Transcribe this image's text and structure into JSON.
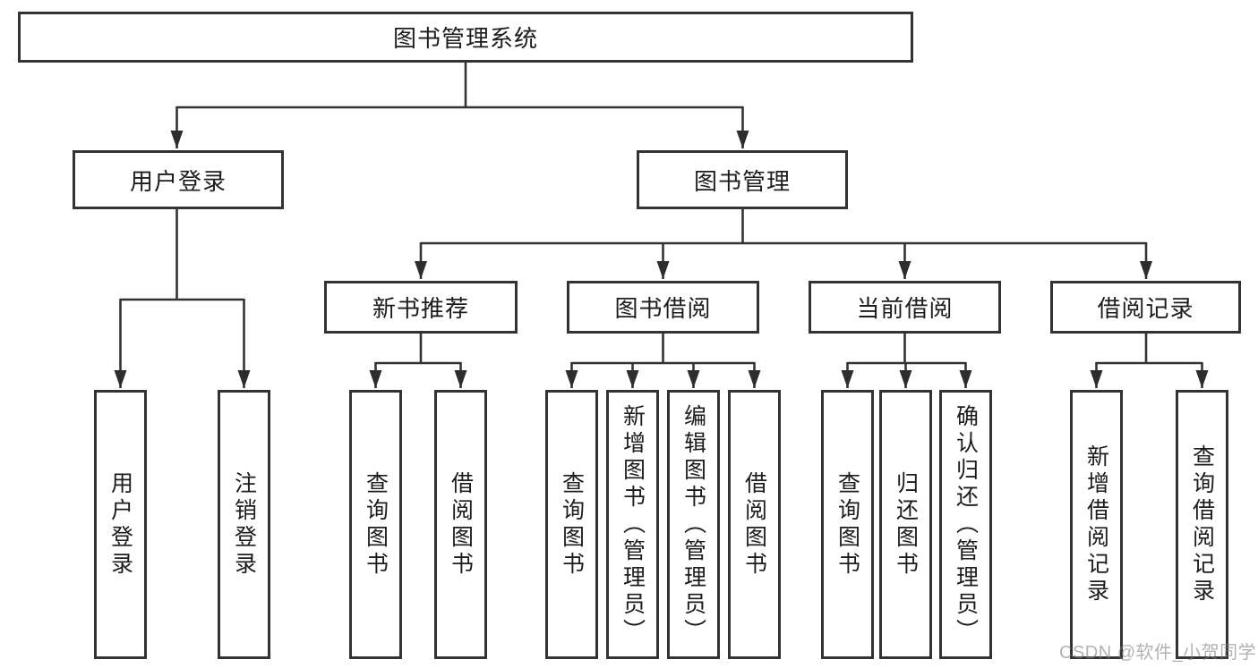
{
  "diagram": {
    "type": "tree",
    "root": {
      "label": "图书管理系统",
      "children": [
        {
          "label": "用户登录",
          "children": [
            {
              "label": "用户登录"
            },
            {
              "label": "注销登录"
            }
          ]
        },
        {
          "label": "图书管理",
          "children": [
            {
              "label": "新书推荐",
              "children": [
                {
                  "label": "查询图书"
                },
                {
                  "label": "借阅图书"
                }
              ]
            },
            {
              "label": "图书借阅",
              "children": [
                {
                  "label": "查询图书"
                },
                {
                  "label": "新增图书（管理员）"
                },
                {
                  "label": "编辑图书（管理员）"
                },
                {
                  "label": "借阅图书"
                }
              ]
            },
            {
              "label": "当前借阅",
              "children": [
                {
                  "label": "查询图书"
                },
                {
                  "label": "归还图书"
                },
                {
                  "label": "确认归还（管理员）"
                }
              ]
            },
            {
              "label": "借阅记录",
              "children": [
                {
                  "label": "新增借阅记录"
                },
                {
                  "label": "查询借阅记录"
                }
              ]
            }
          ]
        }
      ]
    },
    "colors": {
      "line": "#333333",
      "box_border": "#333333",
      "text": "#1c1c1c",
      "background": "#ffffff",
      "watermark": "#b5b5b5"
    }
  },
  "watermark": "CSDN @软件_小贺同学"
}
